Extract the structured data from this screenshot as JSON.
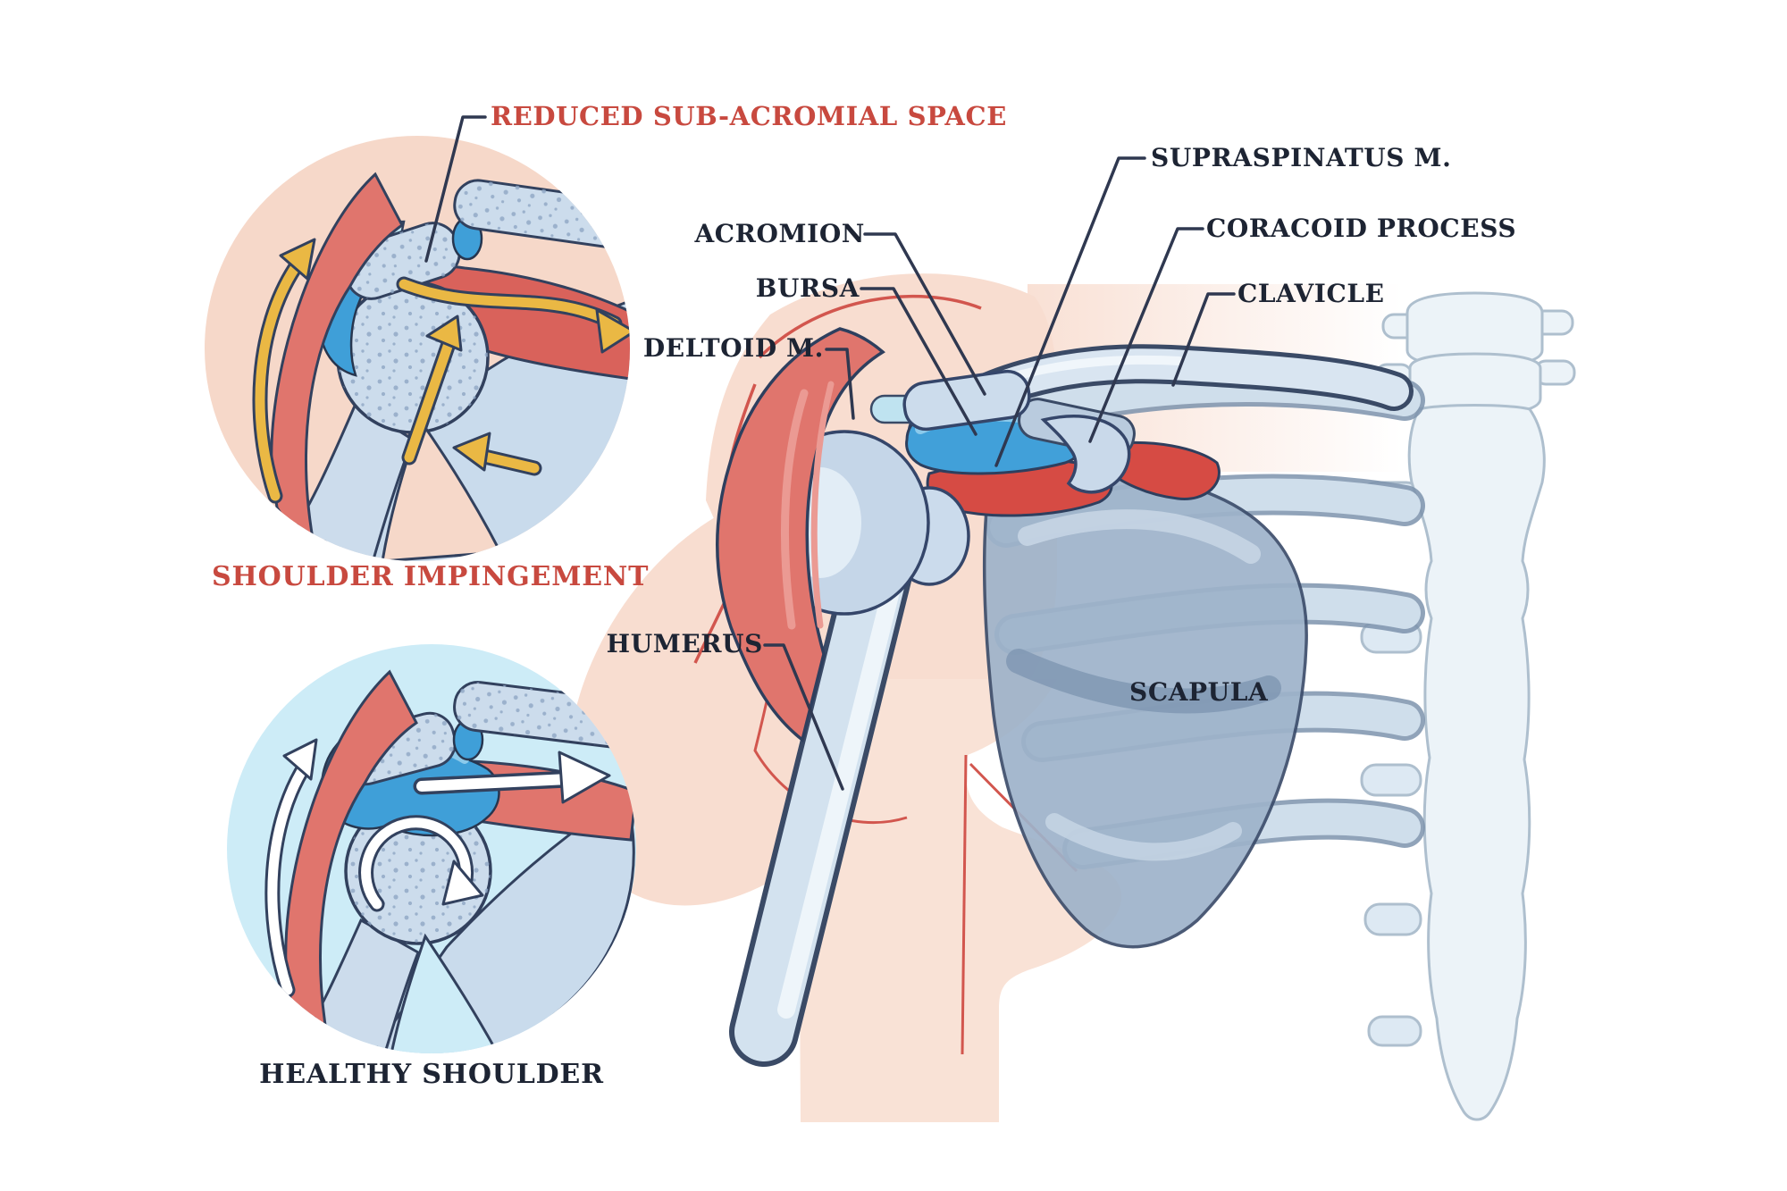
{
  "figure": {
    "title_annotation": "REDUCED SUB-ACROMIAL SPACE",
    "insets": {
      "impingement": {
        "caption": "SHOULDER IMPINGEMENT"
      },
      "healthy": {
        "caption": "HEALTHY SHOULDER"
      }
    },
    "labels": {
      "supraspinatus": "SUPRASPINATUS M.",
      "acromion": "ACROMION",
      "bursa": "BURSA",
      "deltoid": "DELTOID M.",
      "coracoid": "CORACOID PROCESS",
      "clavicle": "CLAVICLE",
      "humerus": "HUMERUS",
      "scapula": "SCAPULA"
    },
    "colors": {
      "label_red": "#c8493f",
      "label_dark": "#1d2433",
      "callout_line": "#2f3850",
      "skin_peach": "#f7dbcc",
      "healthy_bg": "#cdecf7",
      "bone_blue": "#c9d9ea",
      "muscle_red": "#e0756d",
      "tendon_red": "#d64b44",
      "bursa_blue": "#3f9fd8",
      "arrow_yellow": "#eab844",
      "arrow_white": "#ffffff"
    }
  }
}
